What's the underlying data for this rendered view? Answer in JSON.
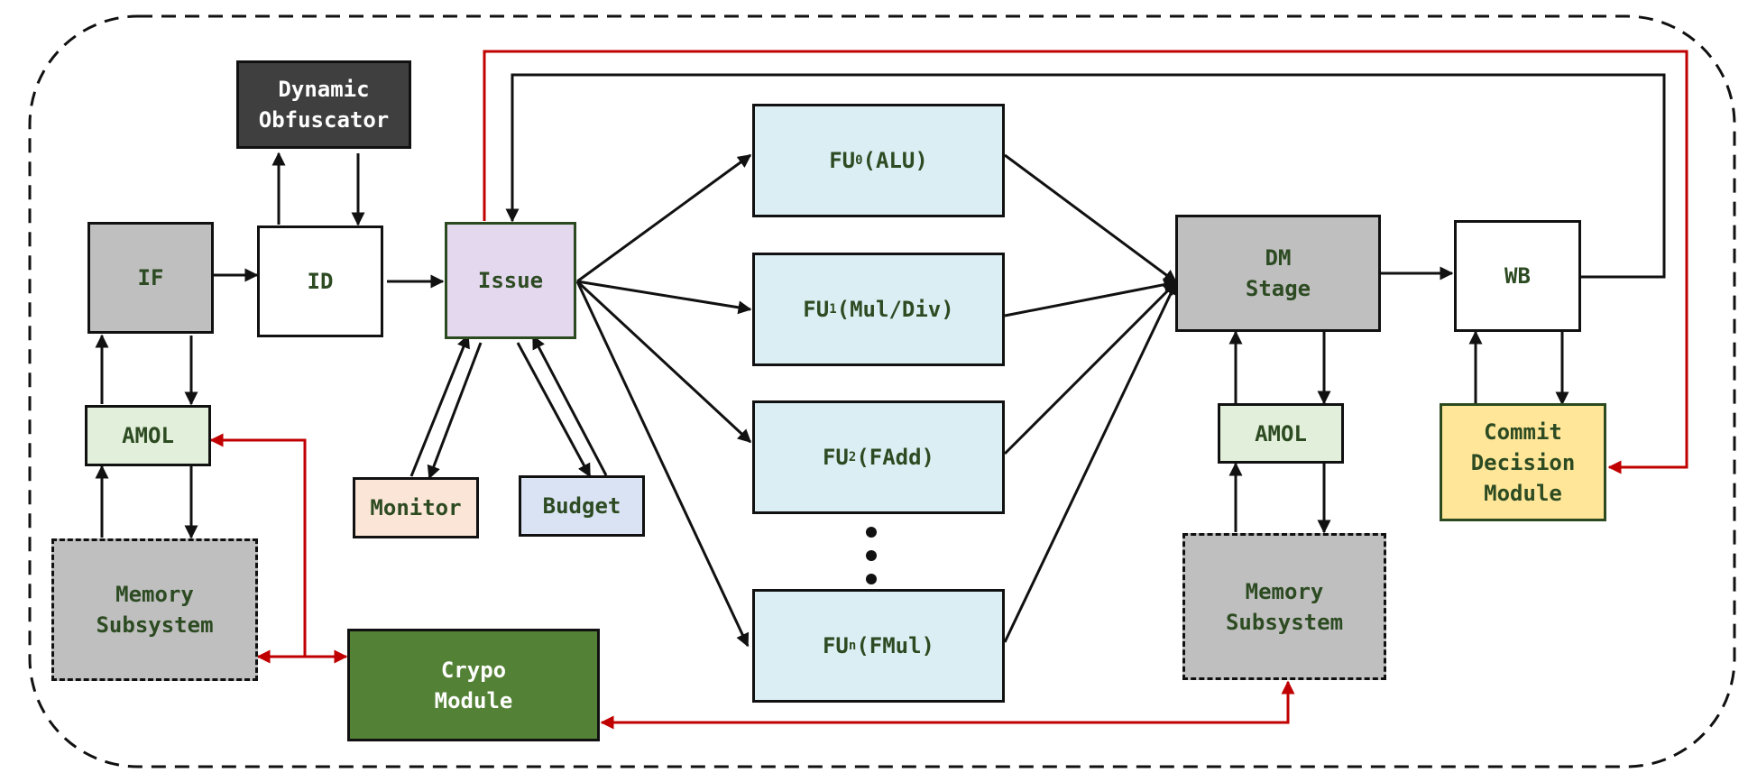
{
  "colors": {
    "background": "#ffffff",
    "stroke": "#111111",
    "red_link": "#c00000",
    "label_green": "#2d4b22",
    "gray_fill": "#bfbfbf",
    "dark_fill": "#3f3f3f",
    "issue_fill": "#e4d8ee",
    "fu_fill": "#dbeef4",
    "amol_fill": "#e2efda",
    "monitor_fill": "#fbe5d6",
    "budget_fill": "#dae3f3",
    "crypto_fill": "#538135",
    "commit_fill": "#ffe699"
  },
  "blocks": {
    "dynamic_obfuscator": "Dynamic\nObfuscator",
    "if": "IF",
    "id": "ID",
    "issue": "Issue",
    "amol_left": "AMOL",
    "monitor": "Monitor",
    "budget": "Budget",
    "memory_left": "Memory\nSubsystem",
    "crypto": "Crypo\nModule",
    "fu0": {
      "base": "FU",
      "sub": "0",
      "rest": "(ALU)"
    },
    "fu1": {
      "base": "FU",
      "sub": "1",
      "rest": "(Mul/Div)"
    },
    "fu2": {
      "base": "FU",
      "sub": "2",
      "rest": "(FAdd)"
    },
    "fun": {
      "base": "FU",
      "sub": "n",
      "rest": "(FMul)"
    },
    "dm_stage": "DM\nStage",
    "wb": "WB",
    "amol_right": "AMOL",
    "memory_right": "Memory\nSubsystem",
    "commit": "Commit\nDecision\nModule"
  }
}
